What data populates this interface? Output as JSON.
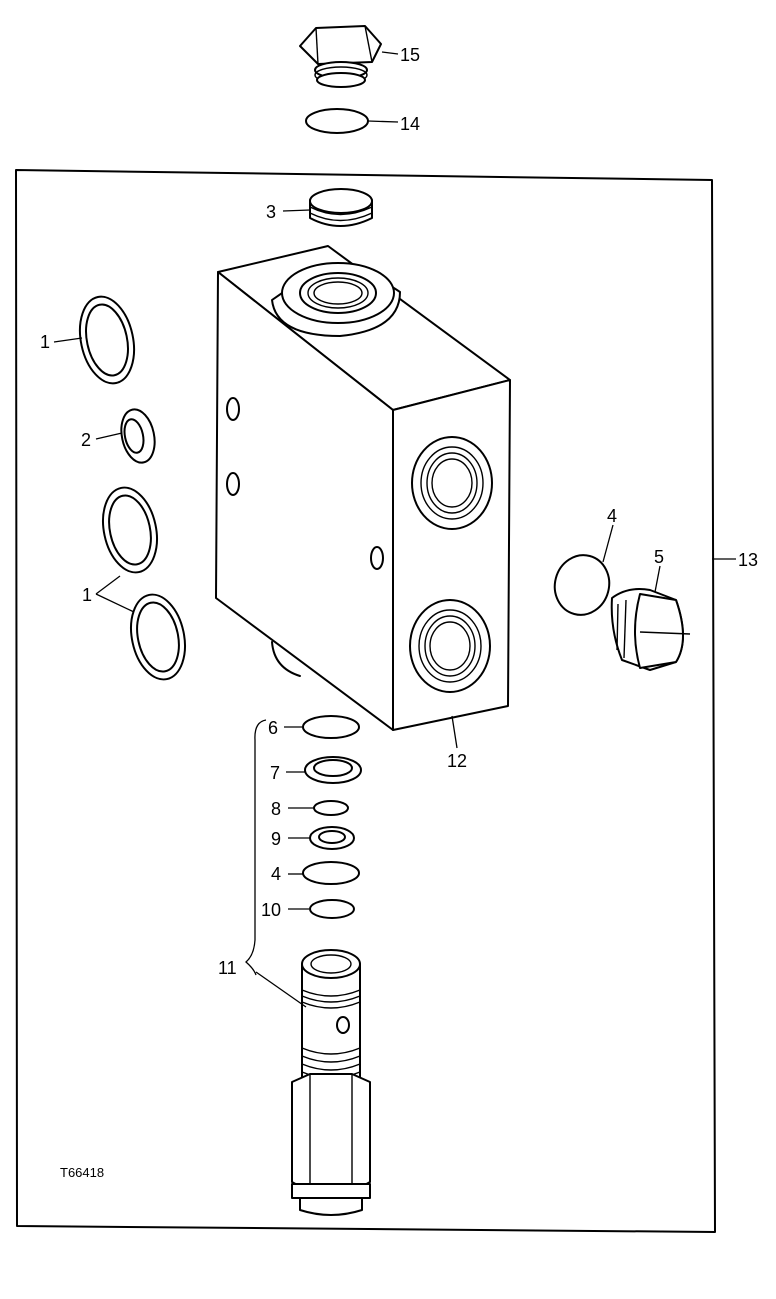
{
  "figure_id": "T66418",
  "callouts": {
    "c1a": "1",
    "c1b": "1",
    "c2": "2",
    "c3": "3",
    "c4a": "4",
    "c4b": "4",
    "c5": "5",
    "c6": "6",
    "c7": "7",
    "c8": "8",
    "c9": "9",
    "c10": "10",
    "c11": "11",
    "c12": "12",
    "c13": "13",
    "c14": "14",
    "c15": "15"
  }
}
